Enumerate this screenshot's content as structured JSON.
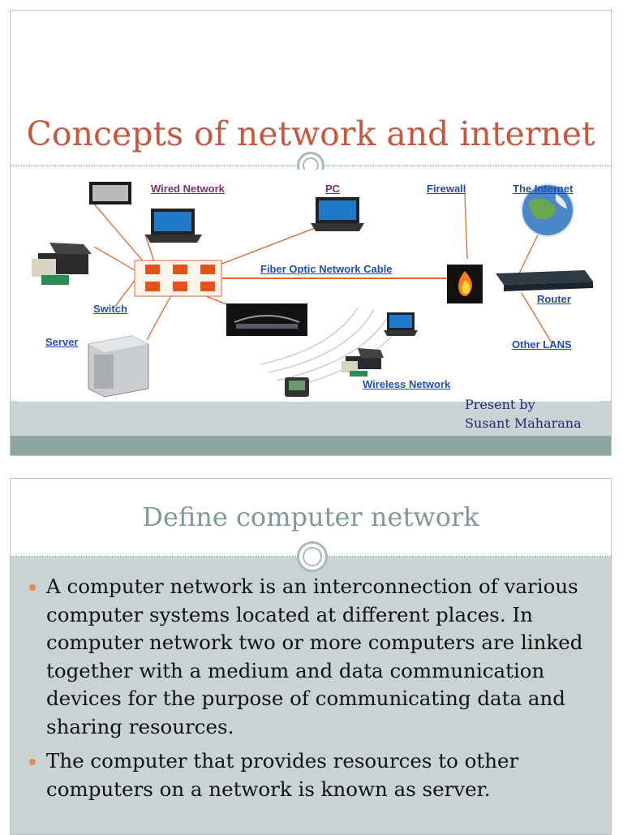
{
  "slide1": {
    "title": "Concepts of network and internet",
    "presenter": [
      "Present by",
      "Susant Maharana"
    ],
    "diagram": {
      "labels": {
        "wired_network": "Wired Network",
        "pc": "PC",
        "firewall": "Firewall",
        "the_internet": "The Internet",
        "fiber_optic": "Fiber Optic Network Cable",
        "switch": "Switch",
        "router": "Router",
        "server": "Server",
        "other_lans": "Other LANS",
        "wireless_network": "Wireless Network"
      }
    }
  },
  "slide2": {
    "title": "Define computer network",
    "bullets": [
      "A computer network is an interconnection of various computer systems located at different places. In computer network two or more computers are linked together with a medium and data communication devices for the purpose of communicating data and sharing resources.",
      "The computer that provides resources to other computers on a network is known as server."
    ]
  },
  "colors": {
    "title_accent": "#c8573e",
    "subtitle_accent": "#7c9a97",
    "band_light": "#c9d3d3",
    "band_dark": "#8ea6a2",
    "link_blue": "#1f4fae",
    "link_purple": "#8a2b6a",
    "cable_orange": "#e0662e",
    "bullet": "#e58a5c"
  }
}
